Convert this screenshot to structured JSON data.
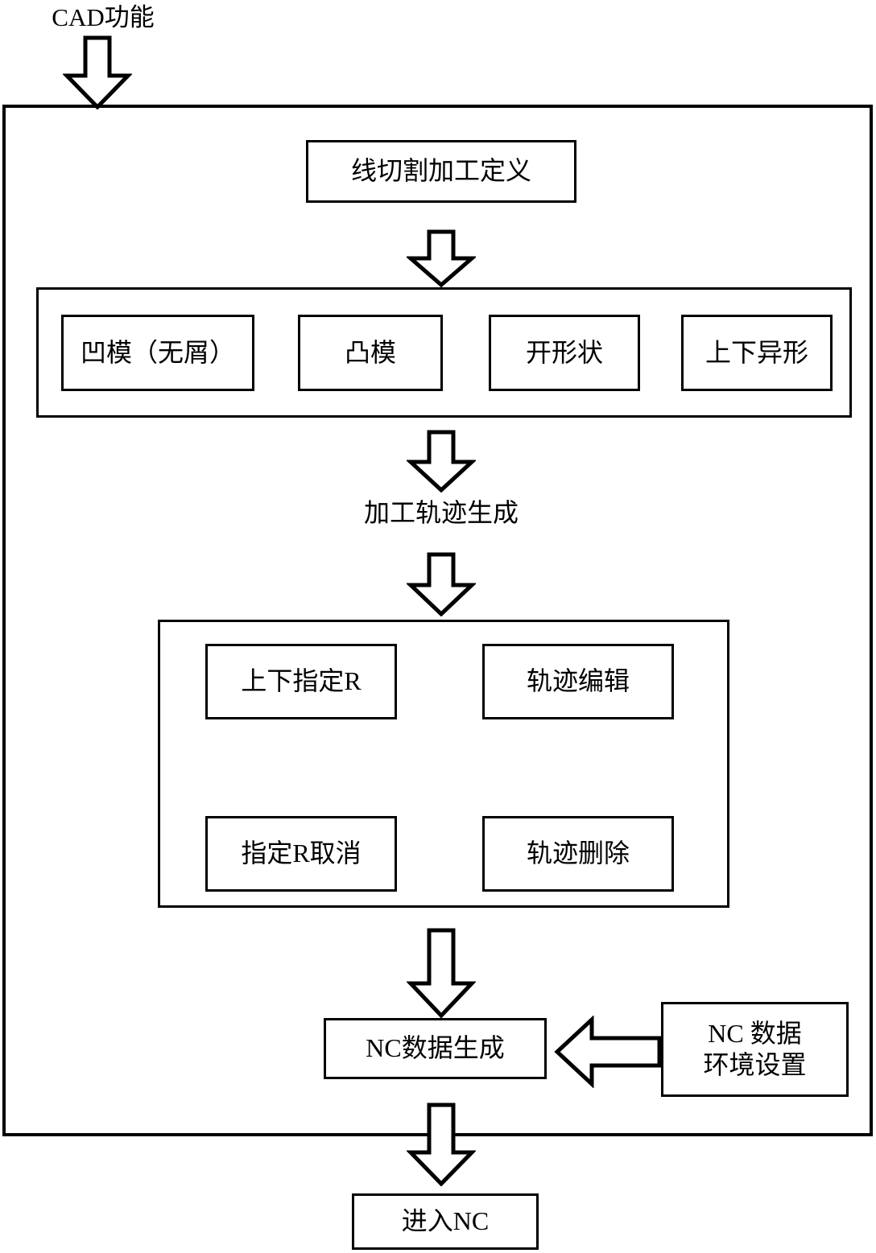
{
  "diagram": {
    "title_label": "CAD功能",
    "outer_frame_name": "cad-function-module-frame",
    "nodes": {
      "wire_cut_definition": "线切割加工定义",
      "die_no_chip": "凹模（无屑）",
      "punch": "凸模",
      "open_shape": "开形状",
      "upper_lower_irregular": "上下异形",
      "toolpath_generation": "加工轨迹生成",
      "specify_r_up_down": "上下指定R",
      "toolpath_edit": "轨迹编辑",
      "specify_r_cancel": "指定R取消",
      "toolpath_delete": "轨迹删除",
      "nc_data_generation": "NC数据生成",
      "nc_data_env_setting": "NC 数据\n环境设置",
      "enter_nc": "进入NC"
    },
    "arrows": {
      "cad_to_frame": "down-arrow",
      "definition_to_types": "down-arrow",
      "types_to_toolpath": "down-arrow",
      "toolpath_to_panel": "down-arrow",
      "panel_to_nc": "down-arrow",
      "env_to_nc": "left-arrow",
      "nc_to_enter": "down-arrow"
    },
    "colors": {
      "stroke": "#000000",
      "fill": "#ffffff",
      "background": "#ffffff"
    }
  }
}
